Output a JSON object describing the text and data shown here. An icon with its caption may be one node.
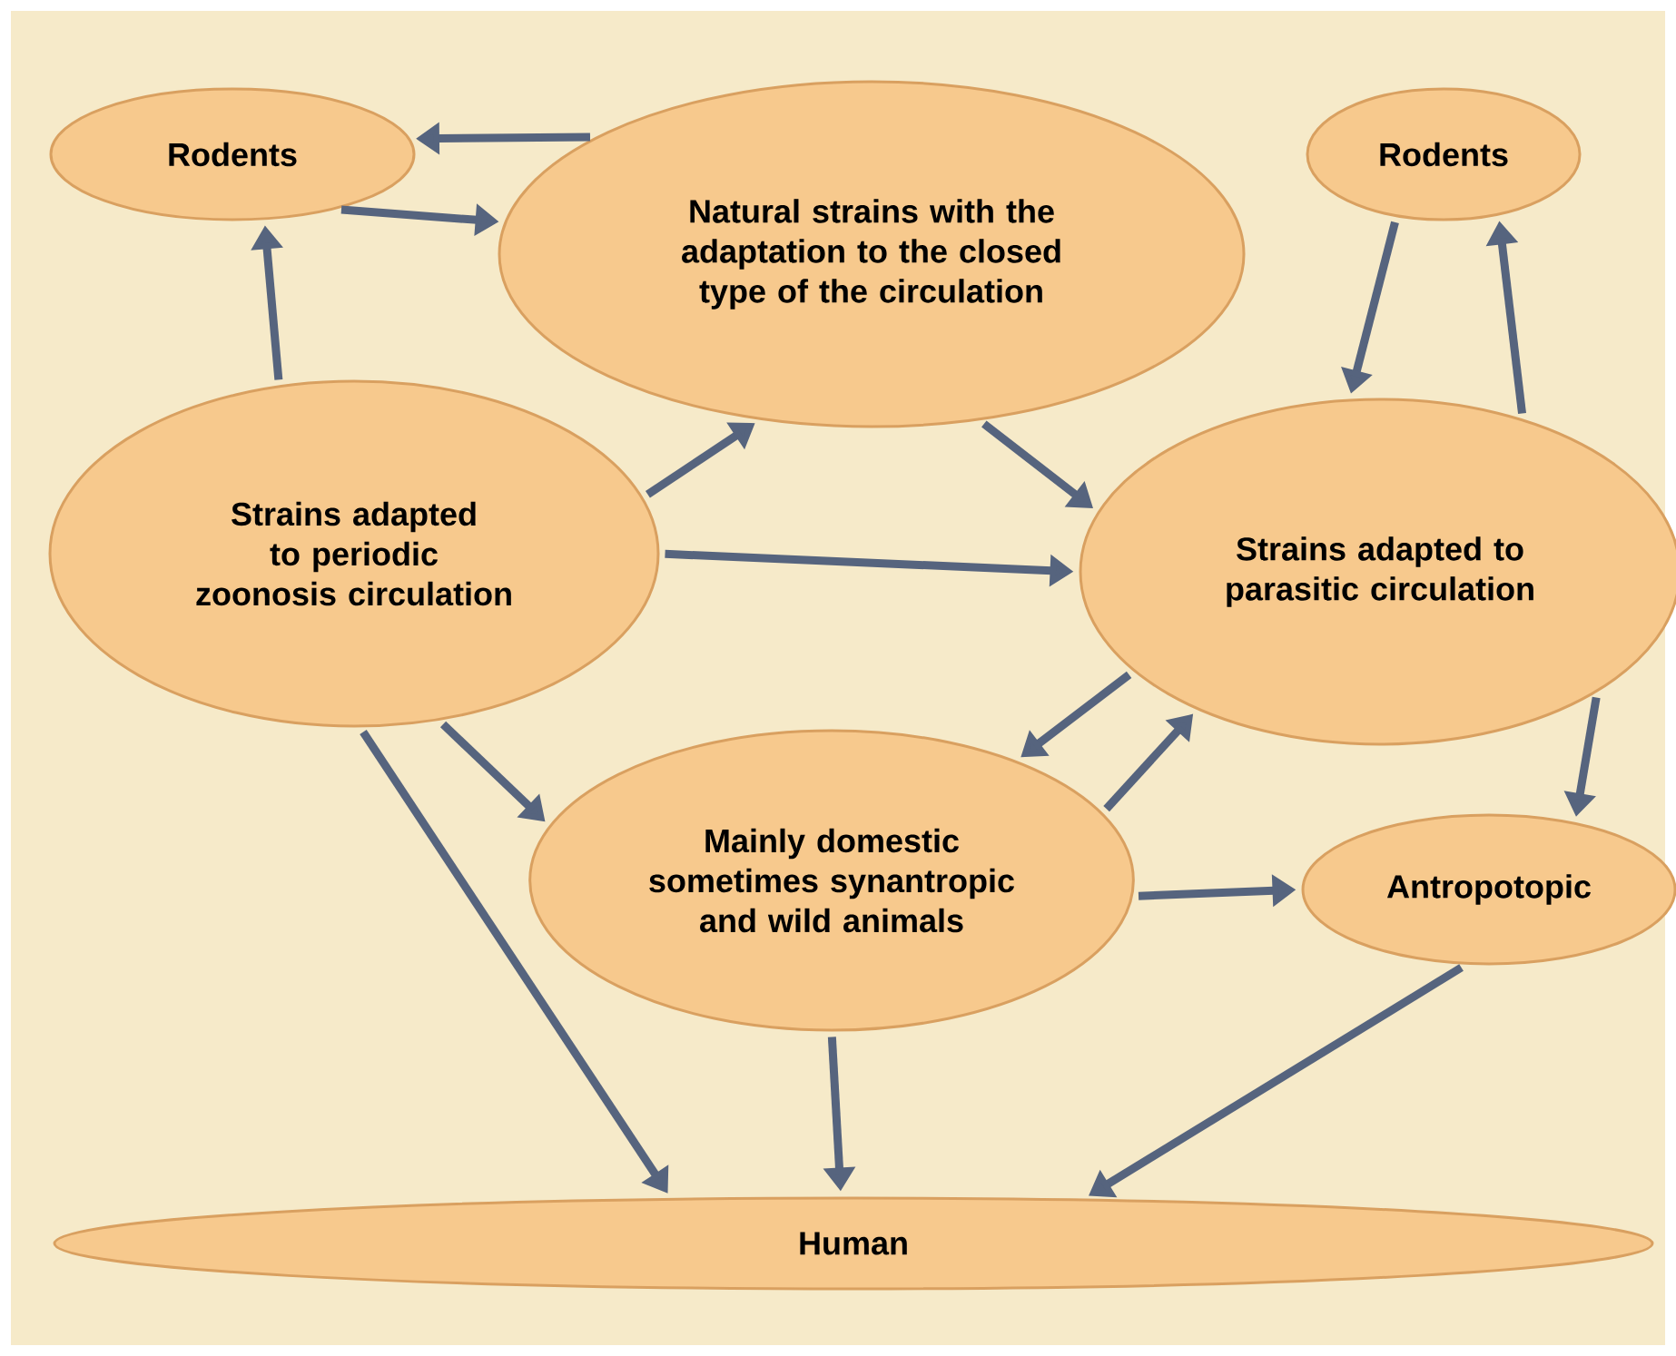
{
  "diagram": {
    "nodes": [
      {
        "text": [
          "Rodents"
        ]
      },
      {
        "text": [
          "Natural strains with the adaptation to the closed type of the circulation"
        ]
      },
      {
        "text": [
          "Rodents"
        ]
      },
      {
        "text": [
          "Strains adapted to periodic zoonosis circulation"
        ]
      },
      {
        "text": [
          "Strains adapted to parasitic circulation"
        ]
      },
      {
        "text": [
          "Mainly domestic sometimes synantropic and wild animals"
        ]
      },
      {
        "text": [
          "Antropotopic"
        ]
      },
      {
        "text": [
          "Human"
        ]
      }
    ],
    "edges": [
      {
        "from": 1,
        "to": 0,
        "arrow": "to"
      },
      {
        "from": 0,
        "to": 1,
        "arrow": "to"
      },
      {
        "from": 3,
        "to": 0,
        "arrow": "to"
      },
      {
        "from": 3,
        "to": 1,
        "arrow": "to"
      },
      {
        "from": 1,
        "to": 4,
        "arrow": "to"
      },
      {
        "from": 3,
        "to": 4,
        "arrow": "to"
      },
      {
        "from": 2,
        "to": 4,
        "arrow": "to"
      },
      {
        "from": 4,
        "to": 2,
        "arrow": "to"
      },
      {
        "from": 4,
        "to": 5,
        "arrow": "to"
      },
      {
        "from": 5,
        "to": 4,
        "arrow": "to"
      },
      {
        "from": 4,
        "to": 6,
        "arrow": "to"
      },
      {
        "from": 5,
        "to": 6,
        "arrow": "to"
      },
      {
        "from": 3,
        "to": 5,
        "arrow": "to"
      },
      {
        "from": 3,
        "to": 7,
        "arrow": "to"
      },
      {
        "from": 5,
        "to": 7,
        "arrow": "to"
      },
      {
        "from": 6,
        "to": 7,
        "arrow": "to"
      }
    ]
  }
}
